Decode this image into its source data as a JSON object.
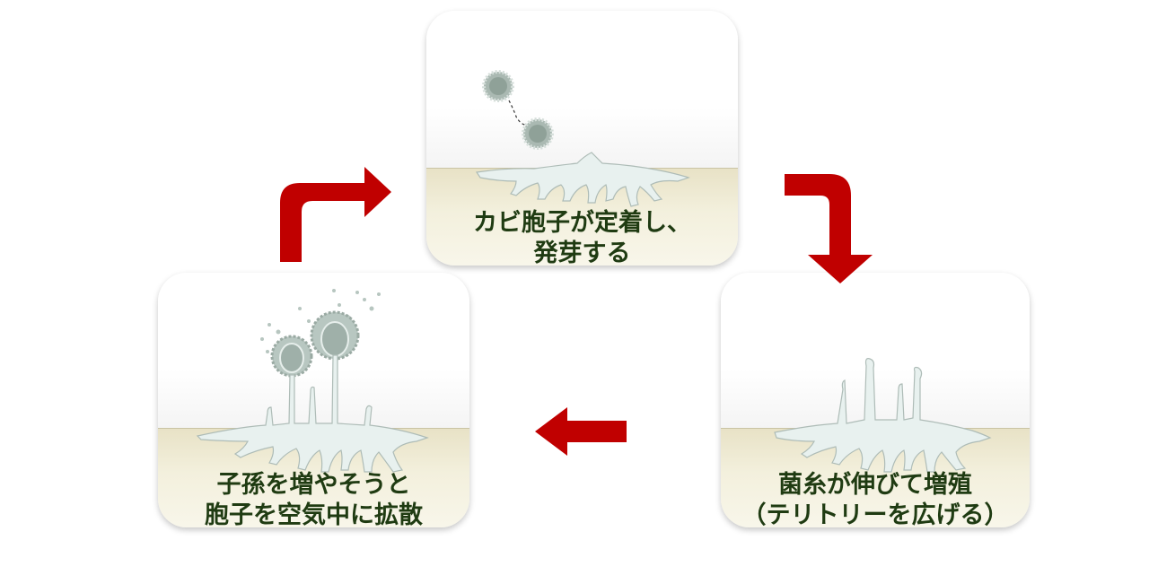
{
  "stages": {
    "germinate": {
      "line1": "カビ胞子が定着し、",
      "line2": "発芽する"
    },
    "grow": {
      "line1": "菌糸が伸びて増殖",
      "line2": "（テリトリーを広げる）"
    },
    "spread": {
      "line1": "子孫を増やそうと",
      "line2": "胞子を空気中に拡散"
    }
  },
  "colors": {
    "arrow": "#c00000",
    "caption": "#1f3b12",
    "soil": "#efe9d2",
    "hyphae": "#e7f0ee",
    "spore": "#9aaba3"
  }
}
